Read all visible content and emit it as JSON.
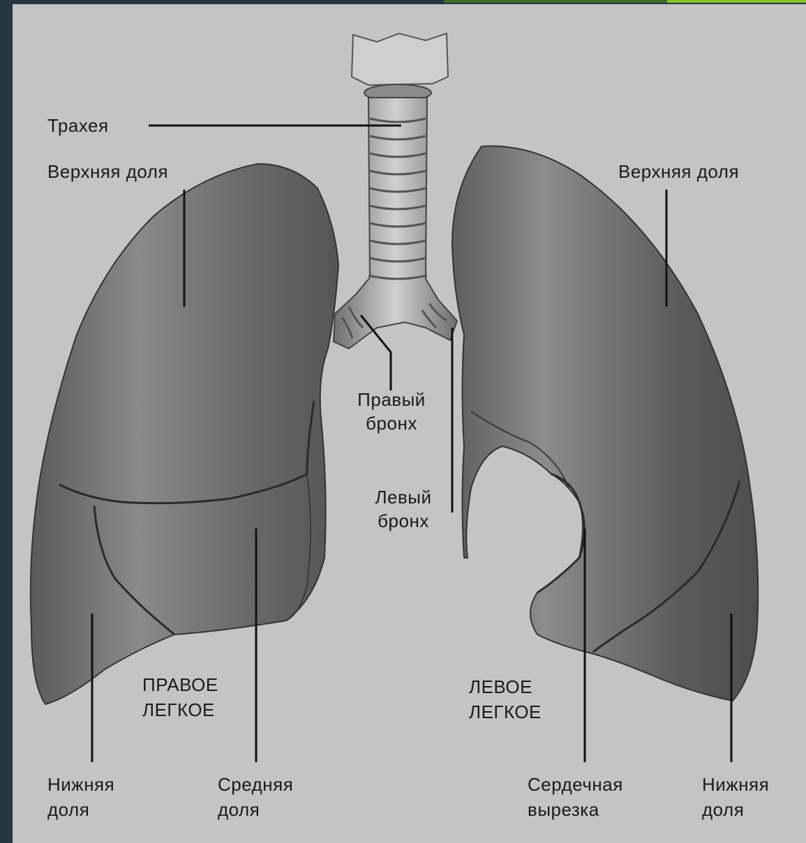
{
  "labels": {
    "trachea": "Трахея",
    "right_upper_lobe": "Верхняя доля",
    "left_upper_lobe": "Верхняя доля",
    "right_bronchus_1": "Правый",
    "right_bronchus_2": "бронх",
    "left_bronchus_1": "Левый",
    "left_bronchus_2": "бронх",
    "right_lung_1": "ПРАВОЕ",
    "right_lung_2": "ЛЕГКОЕ",
    "left_lung_1": "ЛЕВОЕ",
    "left_lung_2": "ЛЕГКОЕ",
    "right_lower_lobe_1": "Нижняя",
    "right_lower_lobe_2": "доля",
    "middle_lobe_1": "Средняя",
    "middle_lobe_2": "доля",
    "cardiac_notch_1": "Сердечная",
    "cardiac_notch_2": "вырезка",
    "left_lower_lobe_1": "Нижняя",
    "left_lower_lobe_2": "доля"
  },
  "colors": {
    "frame": "#263640",
    "background": "#c4c4c4",
    "accent_dark": "#3f6b2a",
    "accent_light": "#8cbf2b"
  }
}
